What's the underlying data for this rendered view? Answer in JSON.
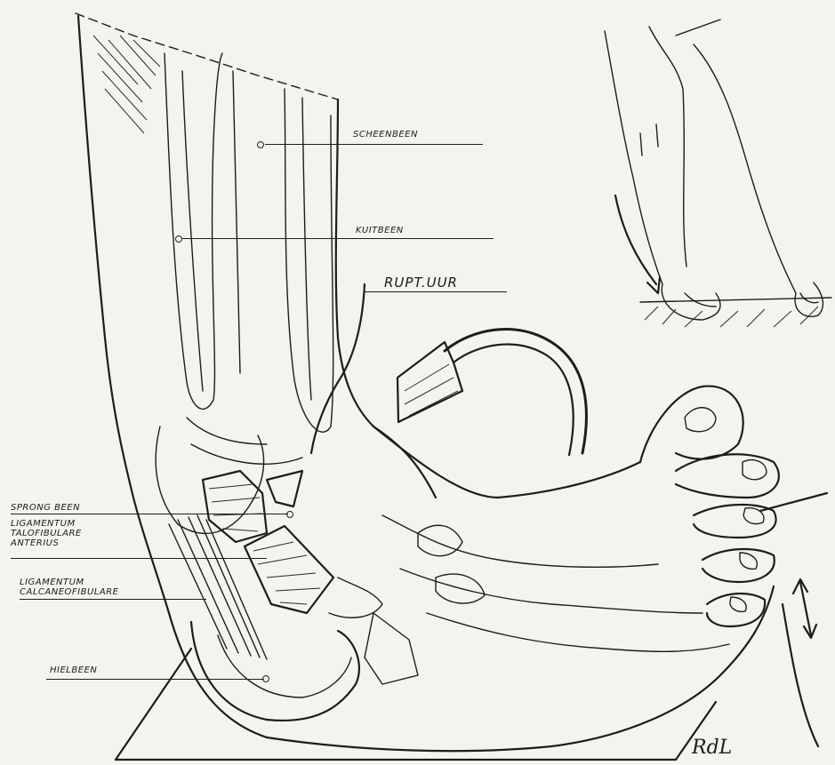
{
  "labels": {
    "scheenbeen": "SCHEENBEEN",
    "kuitbeen": "KUITBEEN",
    "ruptuur": "RUPT.UUR",
    "sprongbeen": "SPRONG BEEN",
    "lig_talofibulare": [
      "LIGAMENTUM",
      "TALOFIBULARE",
      "ANTERIUS"
    ],
    "lig_calcaneofibulare": [
      "LIGAMENTUM",
      "CALCANEOFIBULARE"
    ],
    "hielbeen": "HIELBEEN"
  },
  "signature": "RdL",
  "colors": {
    "ink": "#1d1d1d",
    "paper": "#f4f3ee"
  }
}
